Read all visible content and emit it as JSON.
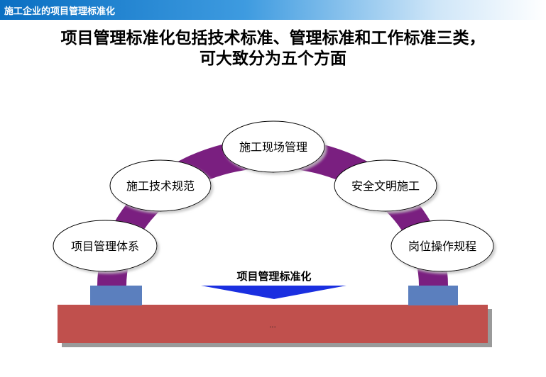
{
  "header": {
    "topbar_title": "施工企业的项目管理标准化",
    "heading_line1": "项目管理标准化包括技术标准、管理标准和工作标准三类，",
    "heading_line2": "可大致分为五个方面"
  },
  "diagram": {
    "nodes": [
      {
        "label": "项目管理体系"
      },
      {
        "label": "施工技术规范"
      },
      {
        "label": "施工现场管理"
      },
      {
        "label": "安全文明施工"
      },
      {
        "label": "岗位操作规程"
      }
    ],
    "center_label": "项目管理标准化",
    "base_label": "...",
    "colors": {
      "arch": "#7a1f80",
      "pillar": "#5b7fbe",
      "base": "#c0504d",
      "arrow": "#1a2fe0",
      "topbar": "#0a6fc2"
    }
  }
}
